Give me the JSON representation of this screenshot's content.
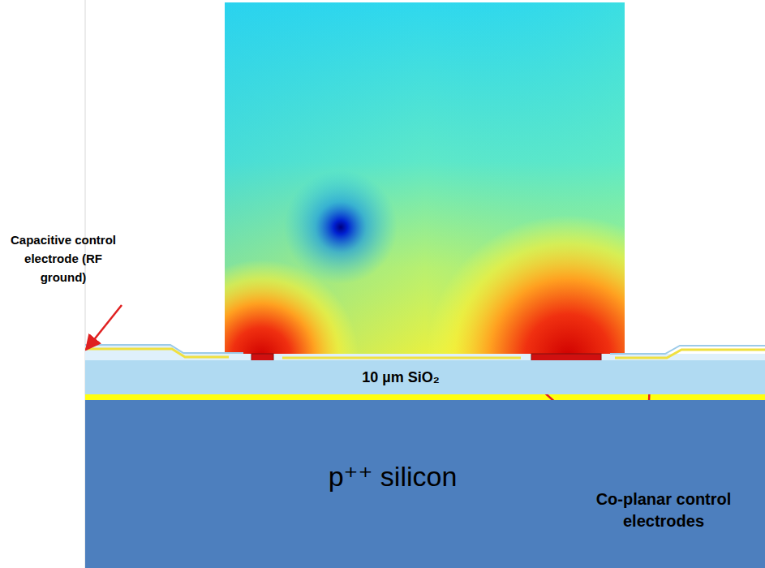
{
  "diagram": {
    "nodes": [
      {
        "text": [
          "10 µm SiO₂"
        ]
      },
      {
        "text": [
          "p⁺⁺ silicon"
        ]
      }
    ],
    "labels": [
      "Capacitive control electrode (RF ground)",
      "Co-planar control electrodes"
    ]
  }
}
